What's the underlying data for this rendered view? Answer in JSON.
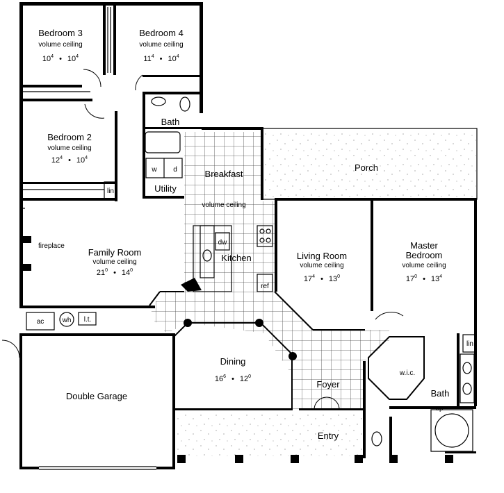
{
  "rooms": {
    "bedroom3": {
      "name": "Bedroom 3",
      "ceiling": "volume ceiling",
      "dim_w": "10",
      "dim_w_sup": "4",
      "dim_d": "10",
      "dim_d_sup": "4"
    },
    "bedroom4": {
      "name": "Bedroom 4",
      "ceiling": "volume ceiling",
      "dim_w": "11",
      "dim_w_sup": "4",
      "dim_d": "10",
      "dim_d_sup": "4"
    },
    "bedroom2": {
      "name": "Bedroom 2",
      "ceiling": "volume ceiling",
      "dim_w": "12",
      "dim_w_sup": "4",
      "dim_d": "10",
      "dim_d_sup": "4"
    },
    "family": {
      "name": "Family Room",
      "ceiling": "volume ceiling",
      "dim_w": "21",
      "dim_w_sup": "0",
      "dim_d": "14",
      "dim_d_sup": "0"
    },
    "living": {
      "name": "Living Room",
      "ceiling": "volume ceiling",
      "dim_w": "17",
      "dim_w_sup": "4",
      "dim_d": "13",
      "dim_d_sup": "0"
    },
    "master": {
      "name_line1": "Master",
      "name_line2": "Bedroom",
      "ceiling": "volume ceiling",
      "dim_w": "17",
      "dim_w_sup": "0",
      "dim_d": "13",
      "dim_d_sup": "4"
    },
    "dining": {
      "name": "Dining",
      "dim_w": "16",
      "dim_w_sup": "6",
      "dim_d": "12",
      "dim_d_sup": "0"
    }
  },
  "labels": {
    "bath_top": "Bath",
    "breakfast": "Breakfast",
    "kitchen_ceiling": "volume ceiling",
    "kitchen": "Kitchen",
    "porch": "Porch",
    "utility": "Utility",
    "washer": "w",
    "dryer": "d",
    "linen_left": "lin",
    "linen_right": "lin",
    "fireplace": "fireplace",
    "dishwasher": "dw",
    "refrigerator": "ref",
    "air_conditioner": "ac",
    "water_heater": "wh",
    "laundry_tub": "l.t.",
    "double_garage": "Double Garage",
    "foyer": "Foyer",
    "entry": "Entry",
    "walk_in_closet": "w.i.c.",
    "bath_master": "Bath",
    "step_up": "up",
    "dot": "•"
  }
}
